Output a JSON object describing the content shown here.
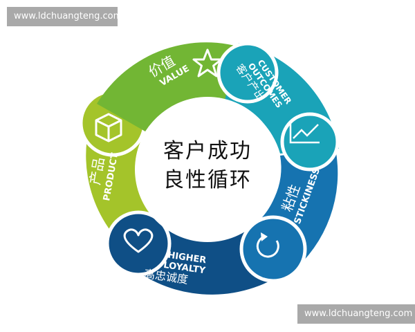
{
  "watermarks": {
    "top_left": "www.ldchuangteng.com",
    "bottom_right": "www.ldchuangteng.com"
  },
  "center": {
    "line1": "客户成功",
    "line2": "良性循环"
  },
  "segments": [
    {
      "id": "value",
      "cn": "价值",
      "en": "VALUE",
      "icon": "star-icon",
      "color": "#72b634"
    },
    {
      "id": "customer-outcomes",
      "cn": "客户产出",
      "en_line1": "CUSTOMER",
      "en_line2": "OUTCOMES",
      "icon": "line-chart-icon",
      "color": "#1aa3b8"
    },
    {
      "id": "stickiness",
      "cn": "粘性",
      "en": "STICKINESS",
      "icon": "refresh-icon",
      "color": "#1673b0"
    },
    {
      "id": "higher-loyalty",
      "cn": "高忠诚度",
      "en_line1": "HIGHER",
      "en_line2": "LOYALTY",
      "icon": "heart-icon",
      "color": "#0f4f86"
    },
    {
      "id": "product",
      "cn": "产品",
      "en": "PRODUCT",
      "icon": "cube-icon",
      "color": "#a4c42a"
    }
  ],
  "colors": {
    "value": "#72b634",
    "customer_outcomes": "#1aa3b8",
    "stickiness": "#1673b0",
    "higher_loyalty": "#0f4f86",
    "product": "#a4c42a",
    "watermark_bg": "#a9a9a9"
  }
}
